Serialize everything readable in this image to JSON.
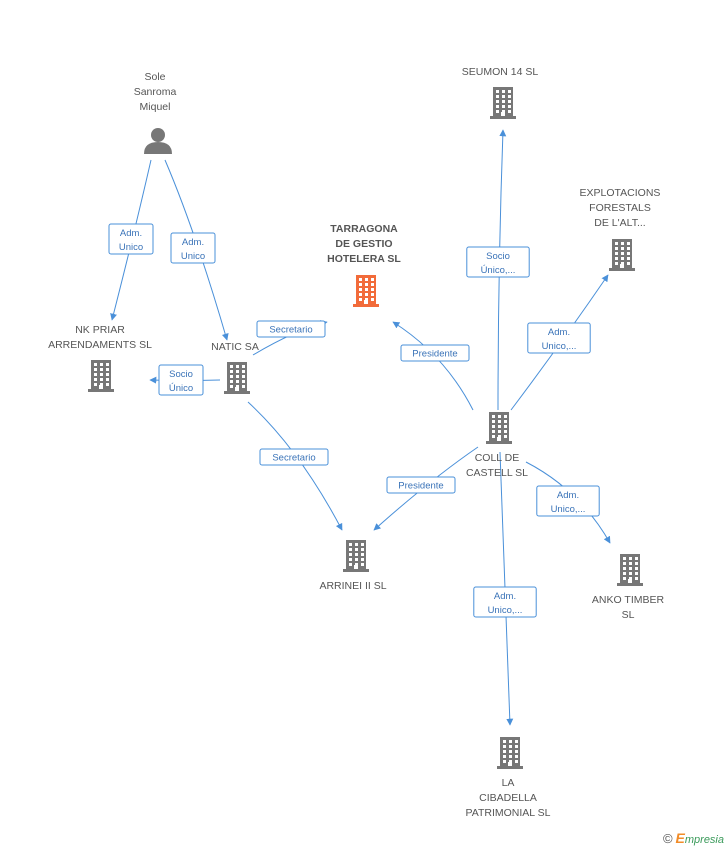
{
  "colors": {
    "edge": "#4a90d9",
    "node_icon": "#777777",
    "focus_icon": "#f26b3a",
    "person_icon": "#777777"
  },
  "nodes": [
    {
      "id": "person",
      "kind": "person",
      "lines": [
        "Sole",
        "Sanroma",
        "Miquel"
      ],
      "icon": "person-icon"
    },
    {
      "id": "seumon",
      "kind": "company",
      "lines": [
        "SEUMON 14  SL"
      ],
      "icon": "building-icon"
    },
    {
      "id": "explot",
      "kind": "company",
      "lines": [
        "EXPLOTACIONS",
        "FORESTALS",
        "DE L'ALT..."
      ],
      "icon": "building-icon"
    },
    {
      "id": "tarragona",
      "kind": "focus",
      "lines": [
        "TARRAGONA",
        "DE GESTIO",
        "HOTELERA SL"
      ],
      "icon": "building-icon"
    },
    {
      "id": "nkpriar",
      "kind": "company",
      "lines": [
        "NK PRIAR",
        "ARRENDAMENTS SL"
      ],
      "icon": "building-icon"
    },
    {
      "id": "natic",
      "kind": "company",
      "lines": [
        "NATIC SA"
      ],
      "icon": "building-icon"
    },
    {
      "id": "coll",
      "kind": "company",
      "lines": [
        "COLL DE",
        "CASTELL SL"
      ],
      "icon": "building-icon"
    },
    {
      "id": "arrinei",
      "kind": "company",
      "lines": [
        "ARRINEI II SL"
      ],
      "icon": "building-icon"
    },
    {
      "id": "anko",
      "kind": "company",
      "lines": [
        "ANKO TIMBER",
        "SL"
      ],
      "icon": "building-icon"
    },
    {
      "id": "cibadella",
      "kind": "company",
      "lines": [
        "LA",
        "CIBADELLA",
        "PATRIMONIAL SL"
      ],
      "icon": "building-icon"
    }
  ],
  "edges": [
    {
      "from": "person",
      "to": "nkpriar",
      "label": [
        "Adm.",
        "Unico"
      ]
    },
    {
      "from": "person",
      "to": "natic",
      "label": [
        "Adm.",
        "Unico"
      ]
    },
    {
      "from": "natic",
      "to": "nkpriar",
      "label": [
        "Socio",
        "Único"
      ]
    },
    {
      "from": "natic",
      "to": "tarragona",
      "label": [
        "Secretario"
      ]
    },
    {
      "from": "natic",
      "to": "arrinei",
      "label": [
        "Secretario"
      ]
    },
    {
      "from": "coll",
      "to": "tarragona",
      "label": [
        "Presidente"
      ]
    },
    {
      "from": "coll",
      "to": "seumon",
      "label": [
        "Socio",
        "Único,..."
      ]
    },
    {
      "from": "coll",
      "to": "explot",
      "label": [
        "Adm.",
        "Unico,..."
      ]
    },
    {
      "from": "coll",
      "to": "arrinei",
      "label": [
        "Presidente"
      ]
    },
    {
      "from": "coll",
      "to": "anko",
      "label": [
        "Adm.",
        "Unico,..."
      ]
    },
    {
      "from": "coll",
      "to": "cibadella",
      "label": [
        "Adm.",
        "Unico,..."
      ]
    }
  ],
  "watermark": {
    "copyright": "©",
    "brand_initial": "E",
    "brand_rest": "mpresia"
  }
}
